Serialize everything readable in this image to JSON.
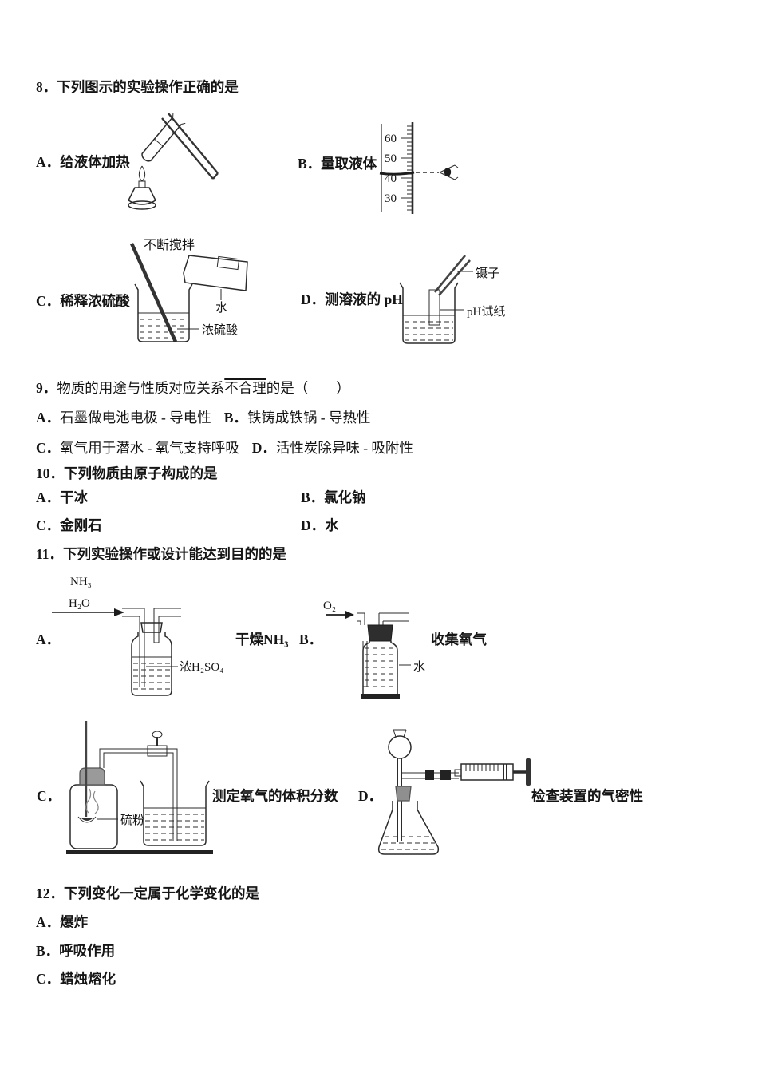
{
  "q8": {
    "title": "8．下列图示的实验操作正确的是",
    "options": {
      "a": "A．给液体加热",
      "b": "B．量取液体",
      "c": "C．稀释浓硫酸",
      "d": "D．测溶液的 pH"
    },
    "cylinder": {
      "ticks": [
        "60",
        "50",
        "40",
        "30"
      ]
    },
    "dilution": {
      "stir": "不断搅拌",
      "water": "水",
      "acid": "浓硫酸"
    },
    "ph_test": {
      "tweezers": "镊子",
      "paper": "pH试纸"
    }
  },
  "q9": {
    "number": "9．",
    "stem_prefix": "物质的用途与性质对应关系",
    "stem_emphasis": "不合理",
    "stem_suffix": "的是（　　）",
    "options": [
      {
        "label": "A．",
        "text": "石墨做电池电极 - 导电性"
      },
      {
        "label": "B．",
        "text": "铁铸成铁锅 - 导热性"
      },
      {
        "label": "C．",
        "text": "氧气用于潜水 - 氧气支持呼吸"
      },
      {
        "label": "D．",
        "text": "活性炭除异味 - 吸附性"
      }
    ]
  },
  "q10": {
    "title": "10．下列物质由原子构成的是",
    "options": {
      "a": "A．干冰",
      "b": "B．氯化钠",
      "c": "C．金刚石",
      "d": "D．水"
    }
  },
  "q11": {
    "title": "11．下列实验操作或设计能达到目的的是",
    "labels": {
      "a": "A．",
      "b": "B．",
      "c": "C．",
      "d": "D．"
    },
    "captions": {
      "a": "干燥NH₃",
      "b": "收集氧气",
      "c": "测定氧气的体积分数",
      "d": "检查装置的气密性"
    },
    "drying": {
      "gas_top": "NH₃",
      "gas_bottom": "H₂O",
      "liquid": "浓H₂SO₄"
    },
    "collecting": {
      "gas": "O₂",
      "liquid": "水"
    },
    "measuring": {
      "powder": "硫粉"
    }
  },
  "q12": {
    "title": "12．下列变化一定属于化学变化的是",
    "options": {
      "a": "A．爆炸",
      "b": "B．呼吸作用",
      "c": "C．蜡烛熔化"
    }
  }
}
